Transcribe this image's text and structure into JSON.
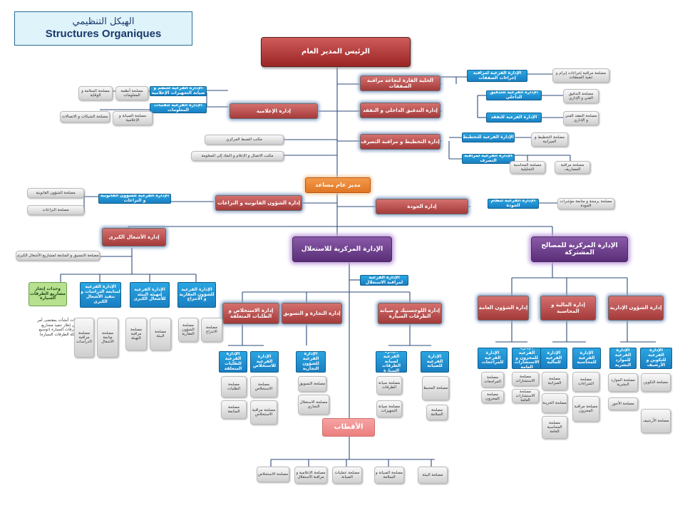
{
  "title": {
    "ar": "الهيكل التنظيمي",
    "fr": "Structures Organiques"
  },
  "top": {
    "president": "الرئيس المدير العام",
    "deputy": "مدير عام مساعد",
    "poles": "الأقطاب"
  },
  "red_units": {
    "audit_cell": "الخلية القارة لنجاعة مراقبة الصفقات",
    "internal_audit": "إدارة التدقيق الداخلي و التفقد",
    "planning": "إدارة التخطيط و مراقبة التصرف",
    "it": "إدارة الإعلامية",
    "legal": "إدارة الشؤون القانونية و النزاعات",
    "quality": "إدارة الجودة",
    "major_works": "إدارة الأشغال الكبرى",
    "dir_general_affairs": "إدارة الشؤون العامة",
    "dir_finance": "إدارة المالية و المحاسبة",
    "dir_admin": "إدارة الشؤون الإدارية",
    "dir_studies": "إدارة الاستخلاص و الطلبات المتعلقة",
    "dir_trade": "إدارة التجارة و التسويق",
    "dir_maintenance": "إدارة اللوجستيك و صيانة الطرقات السيارة"
  },
  "purple": {
    "shared": "الإدارة المركزية للمصالح المشتركة",
    "operation": "الإدارة المركزية للاستغلال"
  },
  "blue_units": {
    "ctrl_proc": "الإدارة الفرعية لمراقبة إجراءات الصفقات",
    "audit_sub": "الإدارة الفرعية للتدقيق الداخلي",
    "inspect_sub": "الإدارة الفرعية للتفقد",
    "plan_sub": "الإدارة الفرعية للتخطيط",
    "mgmt_ctrl_sub": "الإدارة الفرعية لمراقبة التصرف",
    "systems_sub": "الإدارة الفرعية للنظم و صيانة التجهيزات الإعلامية",
    "net_sub": "الإدارة الفرعية لتقنيات المعلومات",
    "legal_sub": "الإدارة الفرعية للشؤون القانونية و النزاعات",
    "quality_sub": "الإدارة الفرعية لنظام الجودة",
    "op_ctrl": "الإدارة الفرعية لمراقبة الاستغلال",
    "mw_study": "الإدارة الفرعية لمتابعة الدراسات و تنفيذ الأشغال الكبرى",
    "mw_env": "الإدارة الفرعية لتهيئة البيئة للأشغال الكبرى",
    "mw_land": "الإدارة الفرعية للشؤون العقارية و الانتزاع",
    "ga_1": "الإدارة الفرعية للمراجعات",
    "ga_2": "الإدارة الفرعية للمخزون و الاستشارات العامة",
    "fin_1": "الإدارة الفرعية للمالية",
    "fin_2": "الإدارة الفرعية للمحاسبة",
    "adm_1": "الإدارة الفرعية للموارد البشرية",
    "adm_2": "الإدارة الفرعية للتكوين و الأرشيف",
    "st_1": "الإدارة الفرعية للطلبات المتعلقة",
    "st_2": "الإدارة الفرعية للاستخلاص",
    "tr_1": "الإدارة الفرعية للشؤون التجارية",
    "mt_1": "الإدارة الفرعية لصيانة الطرقات السيارة",
    "mt_2": "الإدارة الفرعية للصيانة"
  },
  "gray_units": {
    "g_proc_a": "مصلحة مراقبة إجراءات إبرام و تنفيذ الصفقات",
    "g_audit_a": "مصلحة التدقيق الفني و الإداري",
    "g_audit_b": "مصلحة التفقد الفني و الإداري",
    "g_plan_a": "مصلحة التخطيط و الميزانية",
    "g_plan_b": "مصلحة المحاسبة التحليلية",
    "g_plan_c": "مصلحة مراقبة المصاريف",
    "g_it_a": "مصلحة السلامة و الوقاية",
    "g_it_b": "مصلحة أنظمة المعلومات",
    "g_it_c": "مصلحة الشبكات و الاتصالات",
    "g_it_d": "مصلحة الصيانة و الإعلامية",
    "g_bo": "مكتب الضبط المركزي",
    "g_com": "مكتب الاتصال و الإعلام و النفاذ إلى المعلومة",
    "g_legal_a": "مصلحة الشؤون القانونية",
    "g_legal_b": "مصلحة النزاعات",
    "g_quality": "مصلحة برمجة و متابعة مؤشرات الجودة",
    "g_mw": "مصلحة التنسيق و المتابعة لمشاريع الأشغال الكبرى",
    "mw_g1": "مصلحة مراقبة الدراسات",
    "mw_g2": "مصلحة متابعة الأشغال",
    "mw_g3": "مصلحة مراقبة التهيئة",
    "mw_g4": "مصلحة البيئة",
    "mw_g5": "مصلحة الشؤون العقارية",
    "mw_g6": "مصلحة الانتزاع",
    "ga_g1": "مصلحة المراجعات",
    "ga_g2": "مصلحة المخزون",
    "ga_g3": "مصلحة الاستشارات",
    "ga_g4": "مصلحة الاستشارات العامة",
    "fin_g1": "مصلحة الميزانية",
    "fin_g2": "مصلحة الخزينة",
    "fin_g3": "مصلحة المحاسبة العامة",
    "fin_g4": "مصلحة الشراءات",
    "fin_g5": "مصلحة مراقبة المخزون",
    "adm_g1": "مصلحة الموارد البشرية",
    "adm_g2": "مصلحة الأجور",
    "adm_g3": "مصلحة التكوين",
    "adm_g4": "مصلحة الأرشيف",
    "st_g1": "مصلحة الطلبات",
    "st_g2": "مصلحة المتابعة",
    "st_g3": "مصلحة الاستخلاص",
    "st_g4": "مصلحة مراقبة الاستخلاص",
    "tr_g1": "مصلحة التسويق",
    "tr_g2": "مصلحة الاستغلال التجاري",
    "mt_g1": "مصلحة صيانة الطرقات",
    "mt_g2": "مصلحة صيانة التجهيزات",
    "mt_g3": "مصلحة المحيط",
    "mt_g4": "مصلحة السلامة",
    "pole_1": "مصلحة الاستخلاص",
    "pole_2": "مصلحة الإعلامية و مراقبة الاستغلال",
    "pole_3": "مصلحة عمليات الصيانة",
    "pole_4": "مصلحة الصيانة و السلامة",
    "pole_5": "مصلحة البيئة"
  },
  "green": {
    "box": "وحدات إنجاز مشاريع الطرقات السيارة",
    "note": "وحدات أنشأت بمقتضى أمر في إطار تنفيذ مشاريع الطرقات السيارة (توسيع شبكة الطرقات السيارة)"
  }
}
